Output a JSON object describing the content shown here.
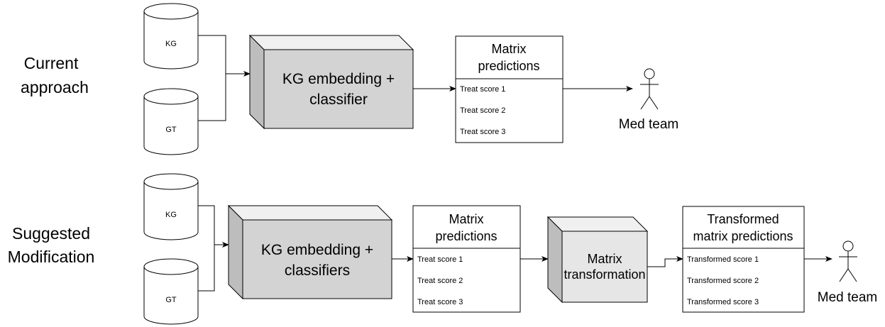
{
  "rows": [
    {
      "label_lines": [
        "Current",
        "approach"
      ],
      "databases": [
        "KG",
        "GT"
      ],
      "model": {
        "lines": [
          "KG embedding +",
          "classifier"
        ]
      },
      "predictions": {
        "title_lines": [
          "Matrix",
          "predictions"
        ],
        "items": [
          "Treat score 1",
          "Treat score 2",
          "Treat score 3"
        ]
      },
      "actor": "Med team"
    },
    {
      "label_lines": [
        "Suggested",
        "Modification"
      ],
      "databases": [
        "KG",
        "GT"
      ],
      "model": {
        "lines": [
          "KG embedding +",
          "classifiers"
        ]
      },
      "predictions": {
        "title_lines": [
          "Matrix",
          "predictions"
        ],
        "items": [
          "Treat score 1",
          "Treat score 2",
          "Treat score 3"
        ]
      },
      "transform": {
        "lines": [
          "Matrix",
          "transformation"
        ]
      },
      "transformed": {
        "title_lines": [
          "Transformed",
          "matrix predictions"
        ],
        "items": [
          "Transformed score 1",
          "Transformed score 2",
          "Transformed score 3"
        ]
      },
      "actor": "Med team"
    }
  ]
}
